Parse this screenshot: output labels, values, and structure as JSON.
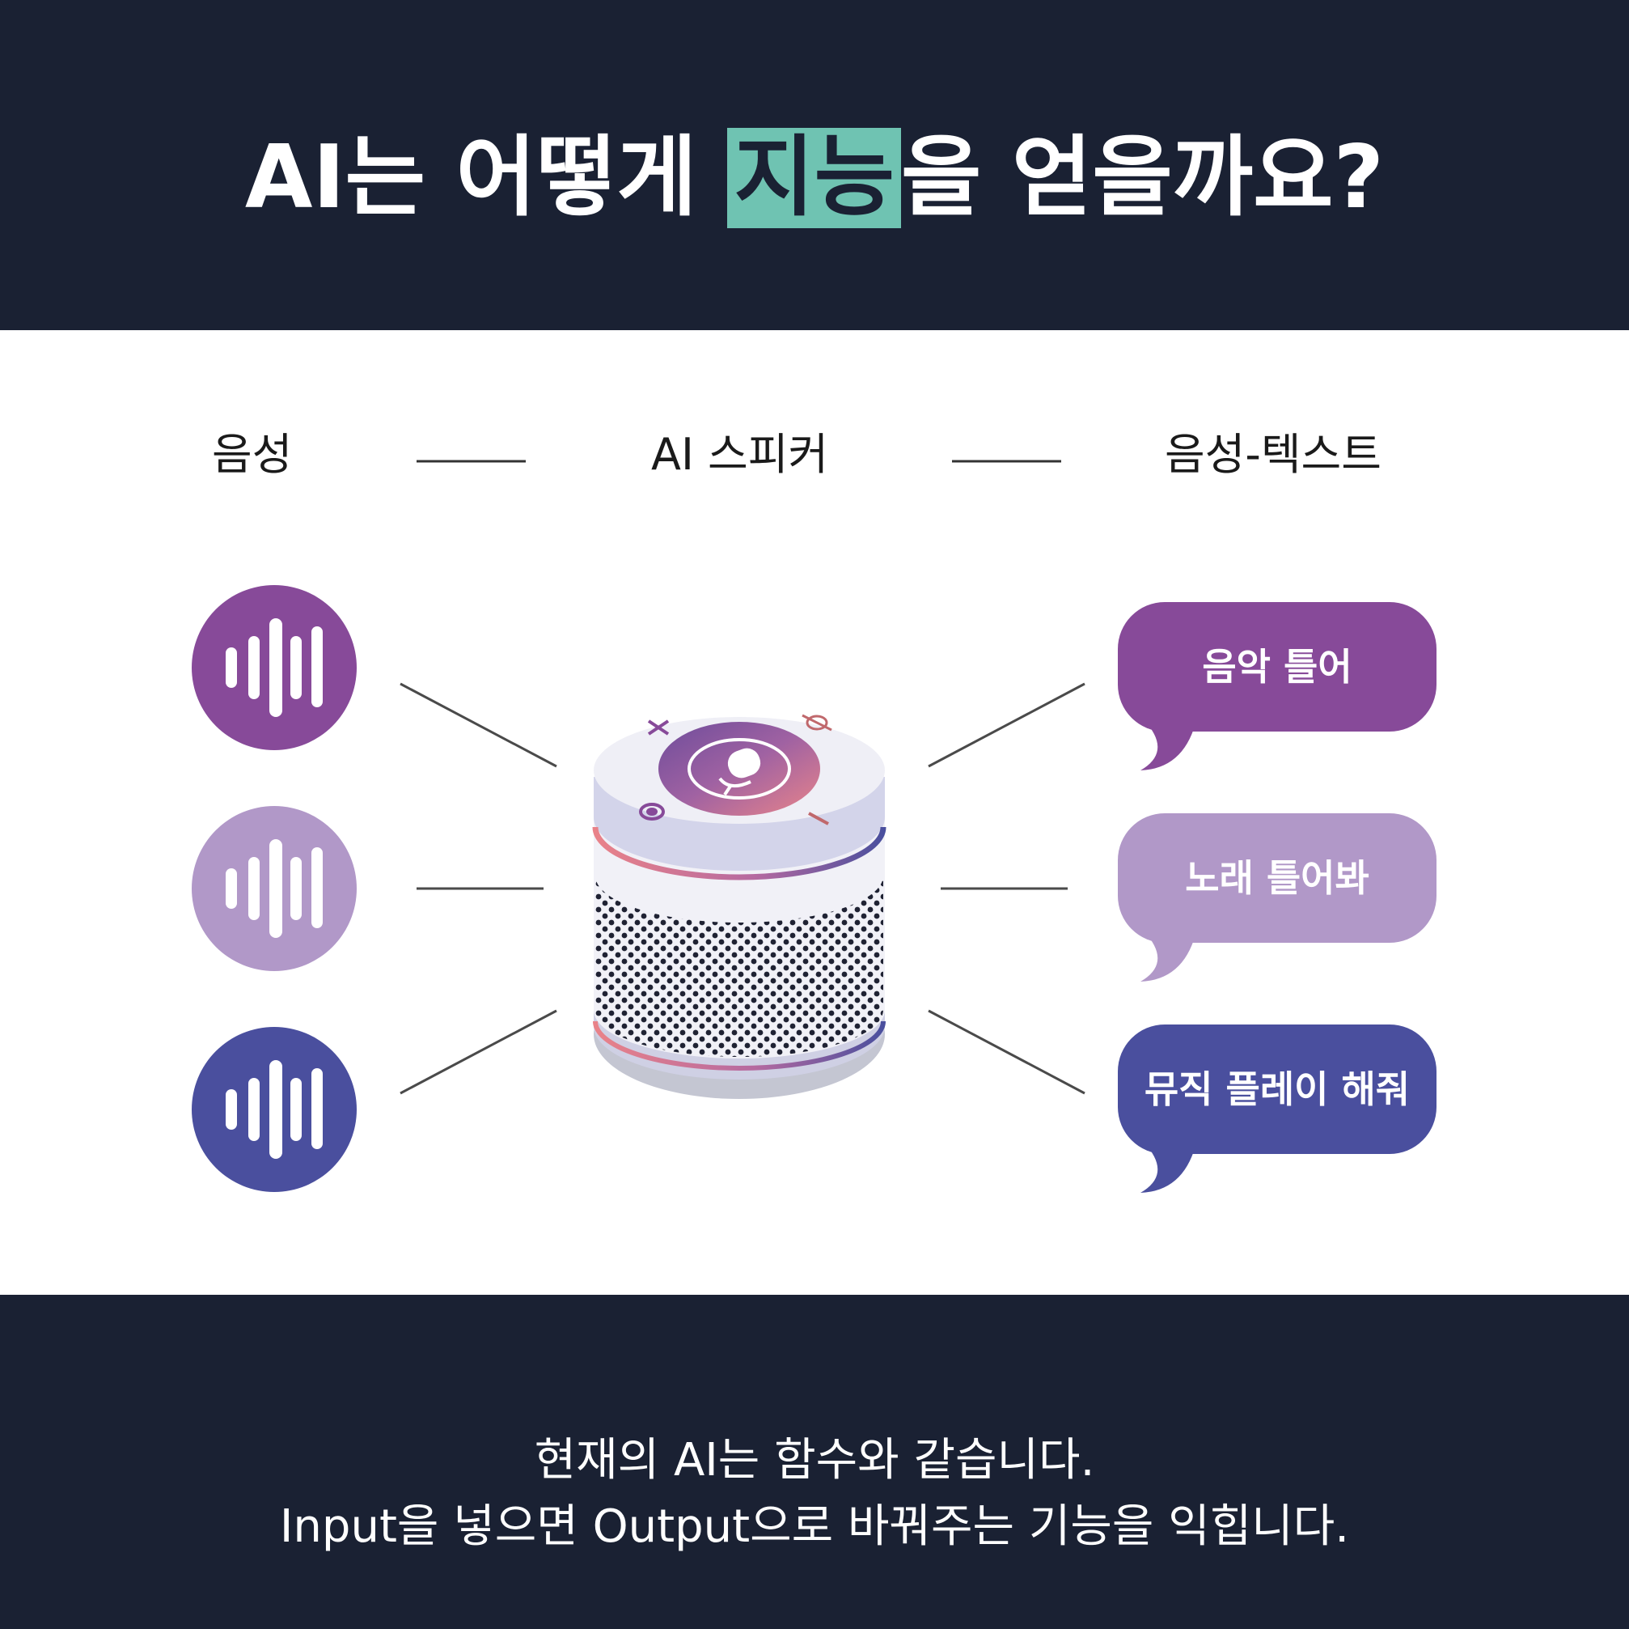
{
  "header": {
    "title_before": "AI는 어떻게 ",
    "title_highlight": "지능",
    "title_after": "을 얻을까요?"
  },
  "labels": {
    "input": "음성",
    "center": "AI 스피커",
    "output": "음성-텍스트"
  },
  "inputs": [
    {
      "icon": "sound-wave-icon",
      "color": "#874a99"
    },
    {
      "icon": "sound-wave-icon",
      "color": "#b198c8"
    },
    {
      "icon": "sound-wave-icon",
      "color": "#4a4f9e"
    }
  ],
  "outputs": [
    {
      "text": "음악 틀어",
      "color": "#874a99"
    },
    {
      "text": "노래 틀어봐",
      "color": "#b198c8"
    },
    {
      "text": "뮤직 플레이 해줘",
      "color": "#4a4f9e"
    }
  ],
  "speaker": {
    "icon": "microphone-icon"
  },
  "footer": {
    "line1": "현재의 AI는 함수와 같습니다.",
    "line2": "Input을 넣으면 Output으로 바꿔주는 기능을 익힙니다."
  }
}
